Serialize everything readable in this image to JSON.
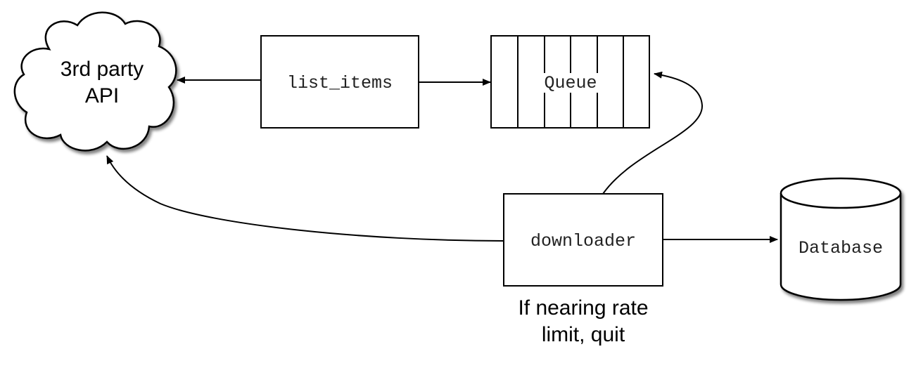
{
  "nodes": {
    "api": {
      "line1": "3rd party",
      "line2": "API"
    },
    "list_items": {
      "label": "list_items"
    },
    "queue": {
      "label": "Queue"
    },
    "downloader": {
      "label": "downloader"
    },
    "database": {
      "label": "Database"
    }
  },
  "notes": {
    "rate_limit": {
      "line1": "If nearing rate",
      "line2": "limit, quit"
    }
  }
}
